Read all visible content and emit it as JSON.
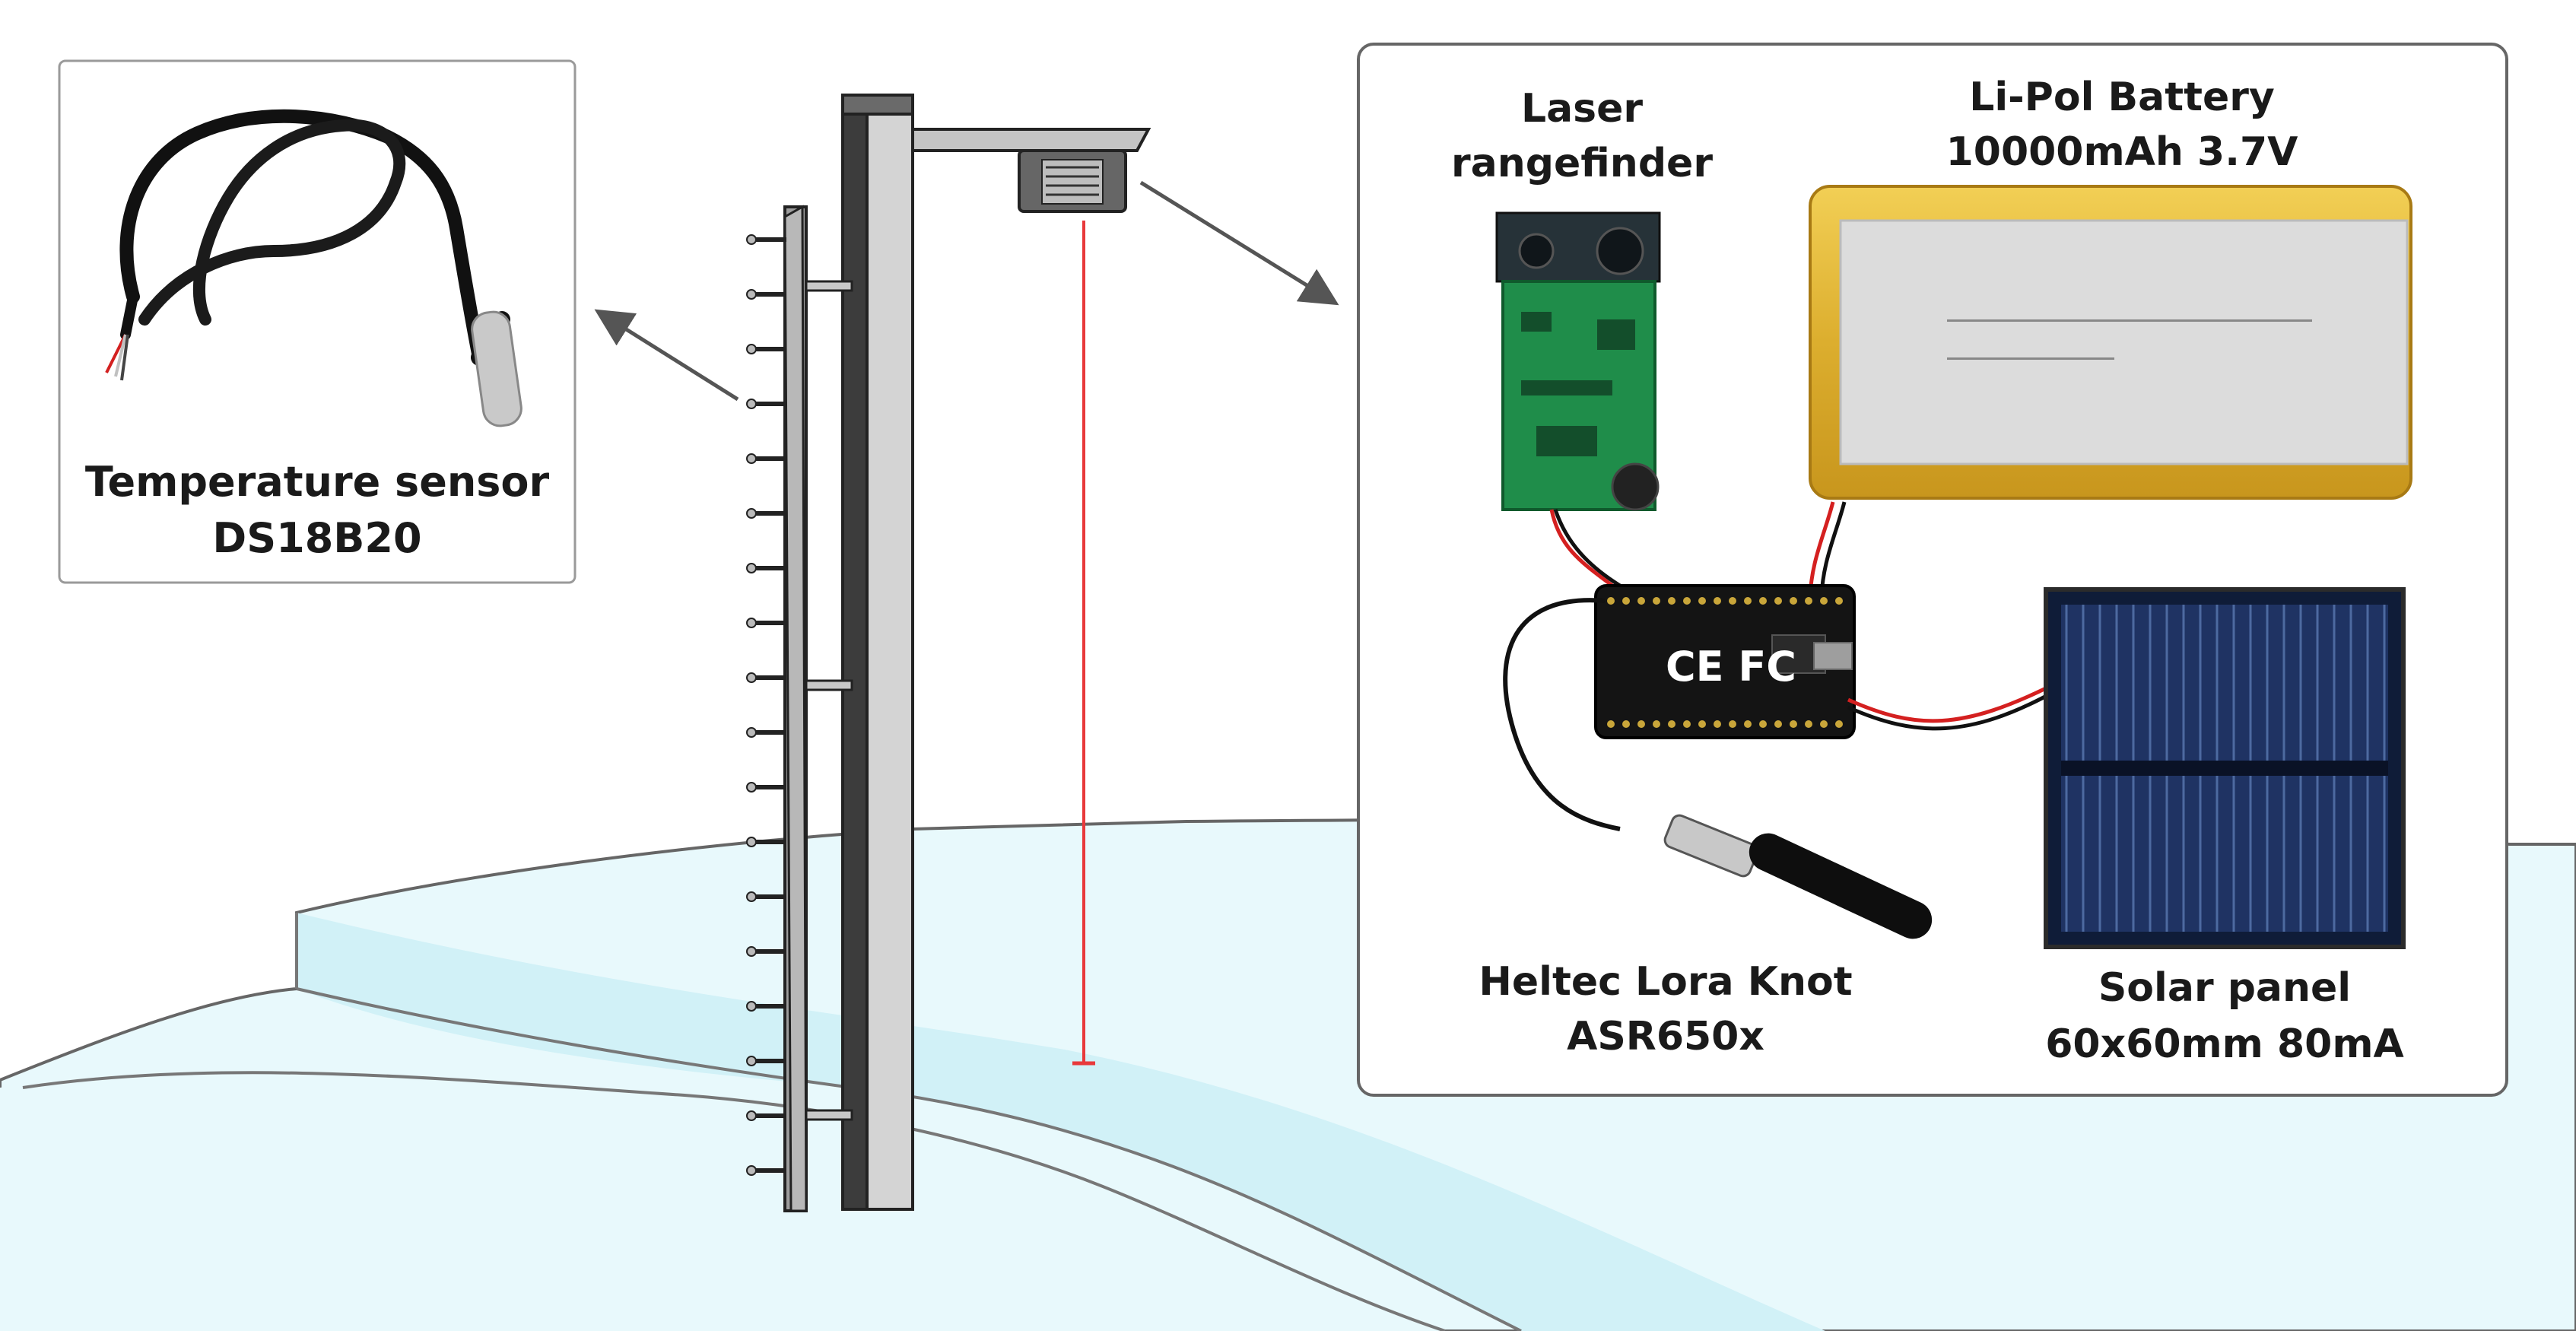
{
  "temperature_sensor": {
    "name": "Temperature sensor",
    "model": "DS18B20"
  },
  "rangefinder": {
    "line1": "Laser",
    "line2": "rangefinder"
  },
  "battery": {
    "line1": "Li-Pol Battery",
    "line2": "10000mAh 3.7V"
  },
  "board": {
    "line1": "Heltec Lora Knot",
    "line2": "ASR650x",
    "silkscreen": "CE FC"
  },
  "solar_panel": {
    "line1": "Solar panel",
    "line2": "60x60mm 80mA"
  },
  "colors": {
    "snow": "#dff6fa",
    "pole": "#d9d9d9",
    "outline": "#222222",
    "laser": "#e8393b",
    "battery_gold": "#e5b838",
    "pcb_green": "#1e8f4a",
    "solar_blue": "#1d2f5a"
  }
}
